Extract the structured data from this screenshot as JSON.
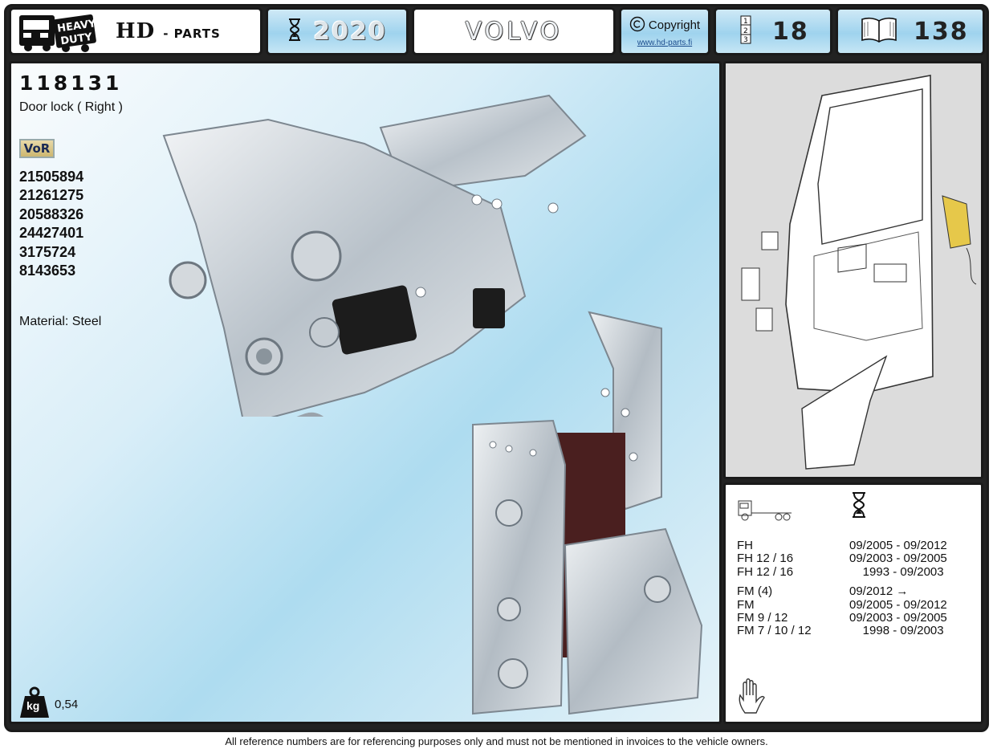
{
  "header": {
    "brand_logo_text": "HEAVY DUTY",
    "brand_main": "HD",
    "brand_suffix": "- PARTS",
    "year": "2020",
    "make": "VOLVO",
    "copyright_label": "Copyright",
    "copyright_url": "www.hd-parts.fi",
    "page_number": "18",
    "catalog_number": "138"
  },
  "product": {
    "part_number": "118131",
    "description": "Door lock ( Right )",
    "vor_badge": "VoR",
    "references": [
      "21505894",
      "21261275",
      "20588326",
      "24427401",
      "3175724",
      "8143653"
    ],
    "material": "Material: Steel",
    "weight_unit": "kg",
    "weight_value": "0,54"
  },
  "applications": [
    {
      "model": "FH",
      "dates": "09/2005 - 09/2012"
    },
    {
      "model": "FH 12 / 16",
      "dates": "09/2003 - 09/2005"
    },
    {
      "model": "FH 12 / 16",
      "dates": "    1993 - 09/2003"
    },
    {
      "model": "FM (4)",
      "dates": "09/2012 →"
    },
    {
      "model": "FM",
      "dates": "09/2005 - 09/2012"
    },
    {
      "model": "FM 9 / 12",
      "dates": "09/2003 - 09/2005"
    },
    {
      "model": "FM 7 / 10 / 12",
      "dates": "    1998 - 09/2003"
    }
  ],
  "footer": {
    "disclaimer": "All reference numbers are for referencing purposes only and must not be mentioned in invoices to the vehicle owners."
  },
  "colors": {
    "header_blue": "#9fd3ee",
    "frame": "#1a1a1a",
    "url_link": "#1a4b8c"
  }
}
